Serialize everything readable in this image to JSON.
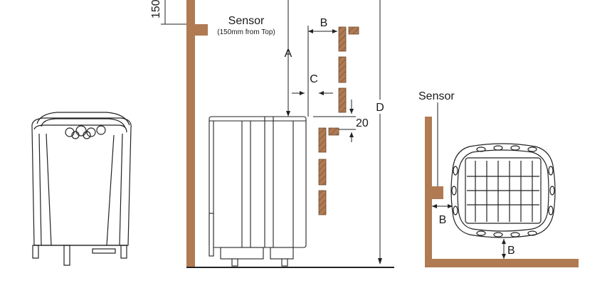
{
  "labels": {
    "top_dimension": "150",
    "sensor_side": "Sensor",
    "sensor_side_note": "(150mm from Top)",
    "dim_a": "A",
    "dim_b": "B",
    "dim_c": "C",
    "dim_d": "D",
    "dim_20": "20",
    "sensor_top": "Sensor",
    "plan_b_side": "B",
    "plan_b_bottom": "B"
  },
  "colors": {
    "wood": "#b07a52",
    "wood_dark": "#6e4a2e",
    "line": "#222222",
    "heater_fill": "#ffffff"
  }
}
